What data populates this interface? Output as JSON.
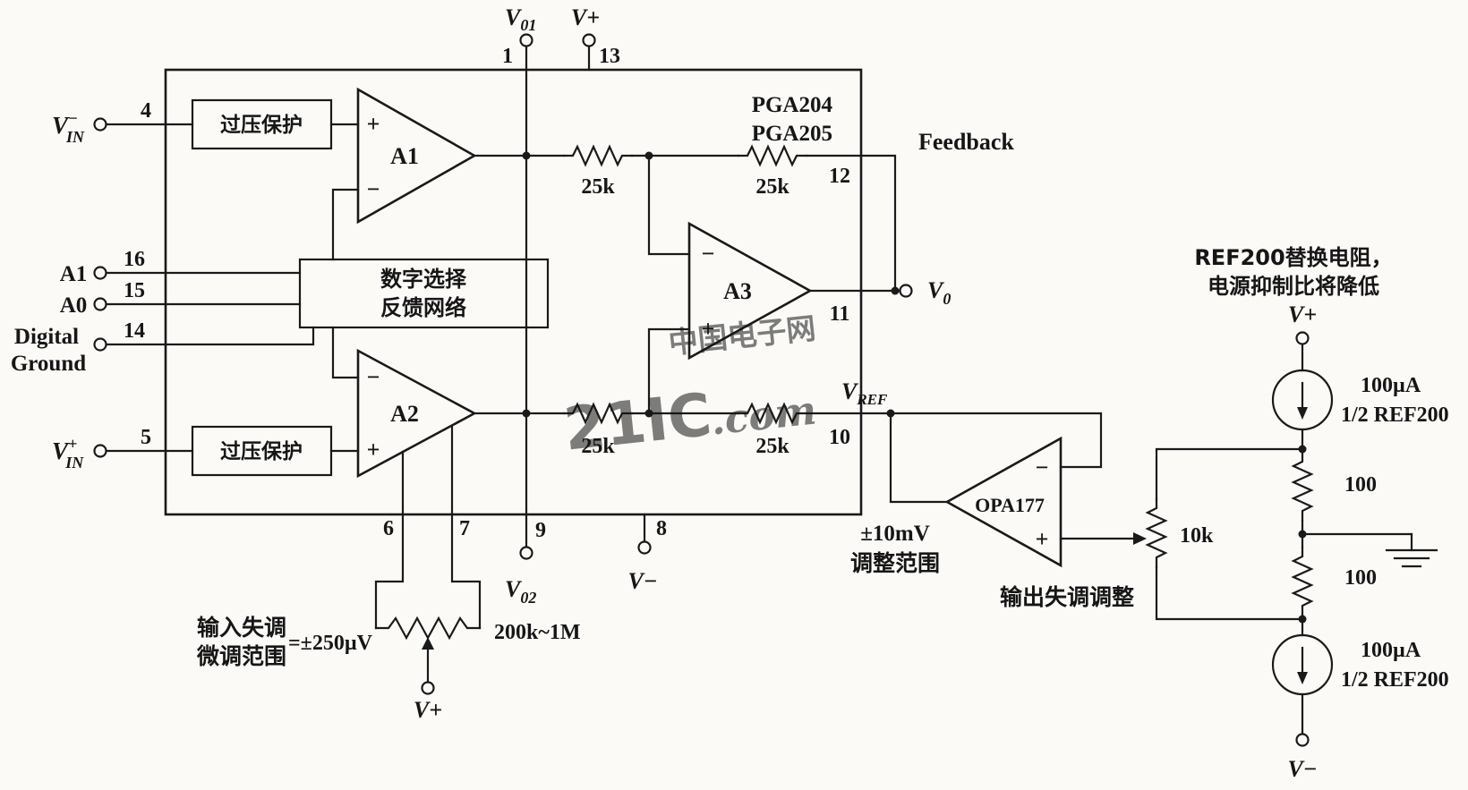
{
  "colors": {
    "paper": "#fbfaf7",
    "ink": "#1a1a1a",
    "watermark": "#d95f5f"
  },
  "sym": {
    "plus": "+",
    "minus": "−"
  },
  "ic": {
    "part1": "PGA204",
    "part2": "PGA205",
    "ovp": "过压保护",
    "net_line1": "数字选择",
    "net_line2": "反馈网络",
    "a1": "A1",
    "a2": "A2",
    "a3": "A3",
    "r25k": "25k"
  },
  "pins": {
    "p1": "1",
    "p4": "4",
    "p5": "5",
    "p6": "6",
    "p7": "7",
    "p8": "8",
    "p9": "9",
    "p10": "10",
    "p11": "11",
    "p12": "12",
    "p13": "13",
    "p14": "14",
    "p15": "15",
    "p16": "16"
  },
  "labels": {
    "vin_neg": {
      "base": "V",
      "sup": "−",
      "sub": "IN"
    },
    "vin_pos": {
      "base": "V",
      "sup": "+",
      "sub": "IN"
    },
    "v01": {
      "base": "V",
      "sub": "01"
    },
    "v02": {
      "base": "V",
      "sub": "02"
    },
    "v0": {
      "base": "V",
      "sub": "0"
    },
    "vref": {
      "base": "V",
      "sub": "REF"
    },
    "vplus": "V+",
    "vminus": "V−",
    "feedback": "Feedback",
    "a1_select": "A1",
    "a0_select": "A0",
    "digital_ground": {
      "line1": "Digital",
      "line2": "Ground"
    }
  },
  "offset_in": {
    "caption_line1": "输入失调",
    "caption_line2": "微调范围",
    "value": "=±250µV",
    "pot_value": "200k~1M",
    "supply": "V+"
  },
  "offset_out": {
    "amp": "OPA177",
    "range_line1": "±10mV",
    "range_line2": "调整范围",
    "caption": "输出失调调整",
    "pot_value": "10k"
  },
  "ref_chain": {
    "note_line1": "REF200替换电阻，",
    "note_line2": "电源抑制比将降低",
    "supply_top": "V+",
    "supply_bottom": "V−",
    "current": "100µA",
    "device": "1/2 REF200",
    "r_top": "100",
    "r_bottom": "100"
  },
  "watermark": {
    "site": "中国电子网",
    "brand": "21IC",
    "suffix": ".com"
  }
}
